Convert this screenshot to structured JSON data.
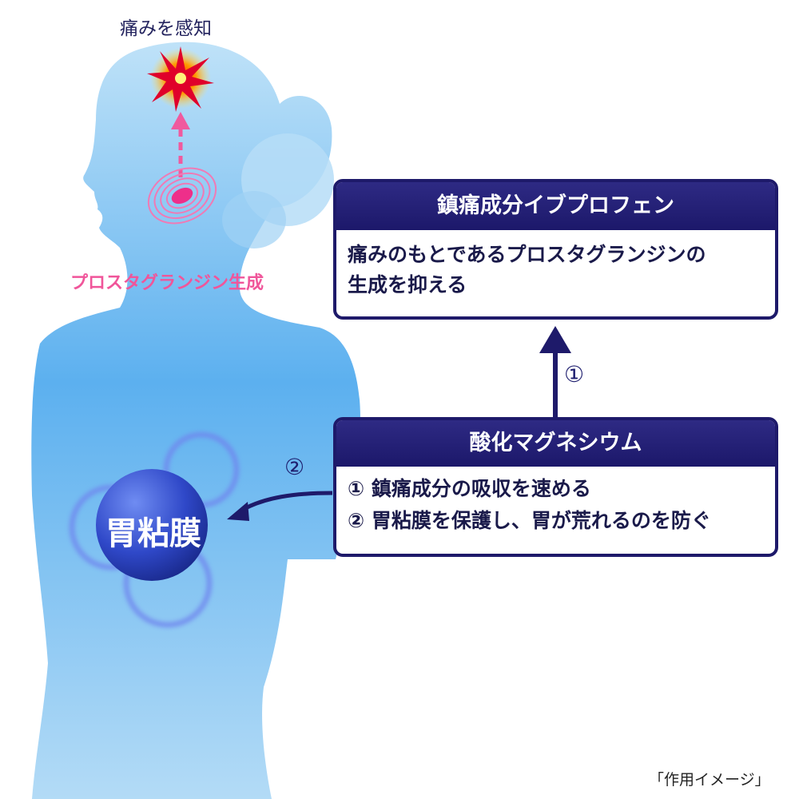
{
  "labels": {
    "pain_sensing": "痛みを感知",
    "prostaglandin_generation": "プロスタグランジン生成",
    "stomach_lining": "胃粘膜",
    "step2": "②",
    "step1": "①"
  },
  "ibuprofen_box": {
    "title": "鎮痛成分イブプロフェン",
    "body_line1": "痛みのもとであるプロスタグランジンの",
    "body_line2": "生成を抑える"
  },
  "magnesium_box": {
    "title": "酸化マグネシウム",
    "item1": "① 鎮痛成分の吸収を速める",
    "item2": "② 胃粘膜を保護し、胃が荒れるのを防ぐ"
  },
  "caption": "「作用イメージ」",
  "colors": {
    "navy": "#1e1a6a",
    "silhouette_top": "#b6ddf7",
    "silhouette_mid": "#5fb0ee",
    "pink": "#f0559a",
    "burst": "#ff7a00"
  },
  "icons": [
    "pain-burst-icon",
    "prostaglandin-target-icon",
    "up-arrow-icon",
    "curved-arrow-icon",
    "stomach-sphere-icon"
  ]
}
